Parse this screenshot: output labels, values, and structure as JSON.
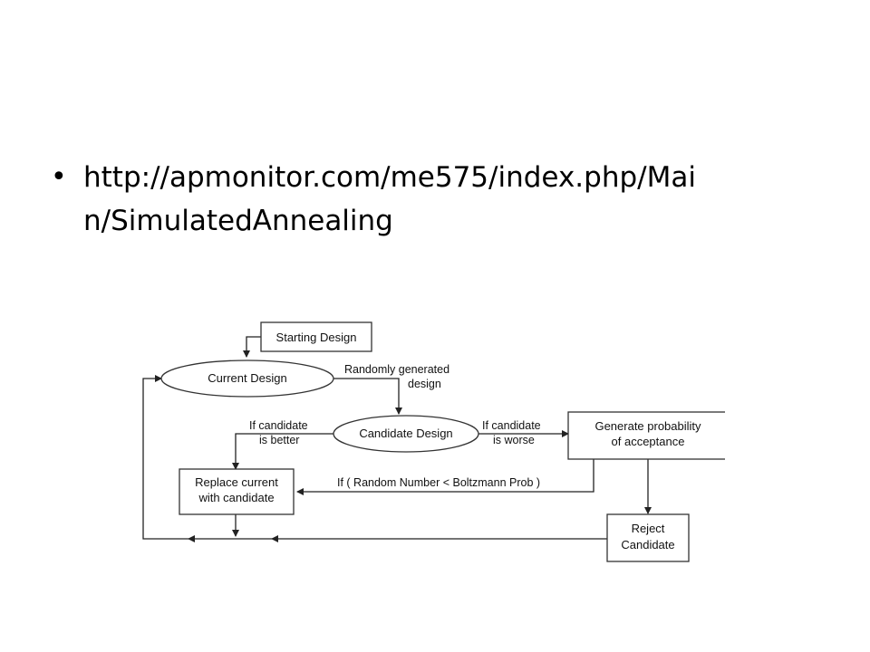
{
  "slide": {
    "bullet": "•",
    "url_line1": "http://apmonitor.com/me575/index.php/Mai",
    "url_line2": "n/SimulatedAnnealing"
  },
  "diagram": {
    "nodes": {
      "starting_design": "Starting Design",
      "current_design": "Current Design",
      "candidate_design": "Candidate Design",
      "generate_probability_1": "Generate probability",
      "generate_probability_2": "of acceptance",
      "replace_current_1": "Replace current",
      "replace_current_2": "with candidate",
      "reject_candidate_1": "Reject",
      "reject_candidate_2": "Candidate"
    },
    "edges": {
      "randomly_generated_1": "Randomly generated",
      "randomly_generated_2": "design",
      "if_better_1": "If candidate",
      "if_better_2": "is better",
      "if_worse_1": "If candidate",
      "if_worse_2": "is worse",
      "boltzmann": "If ( Random Number < Boltzmann Prob )"
    }
  }
}
